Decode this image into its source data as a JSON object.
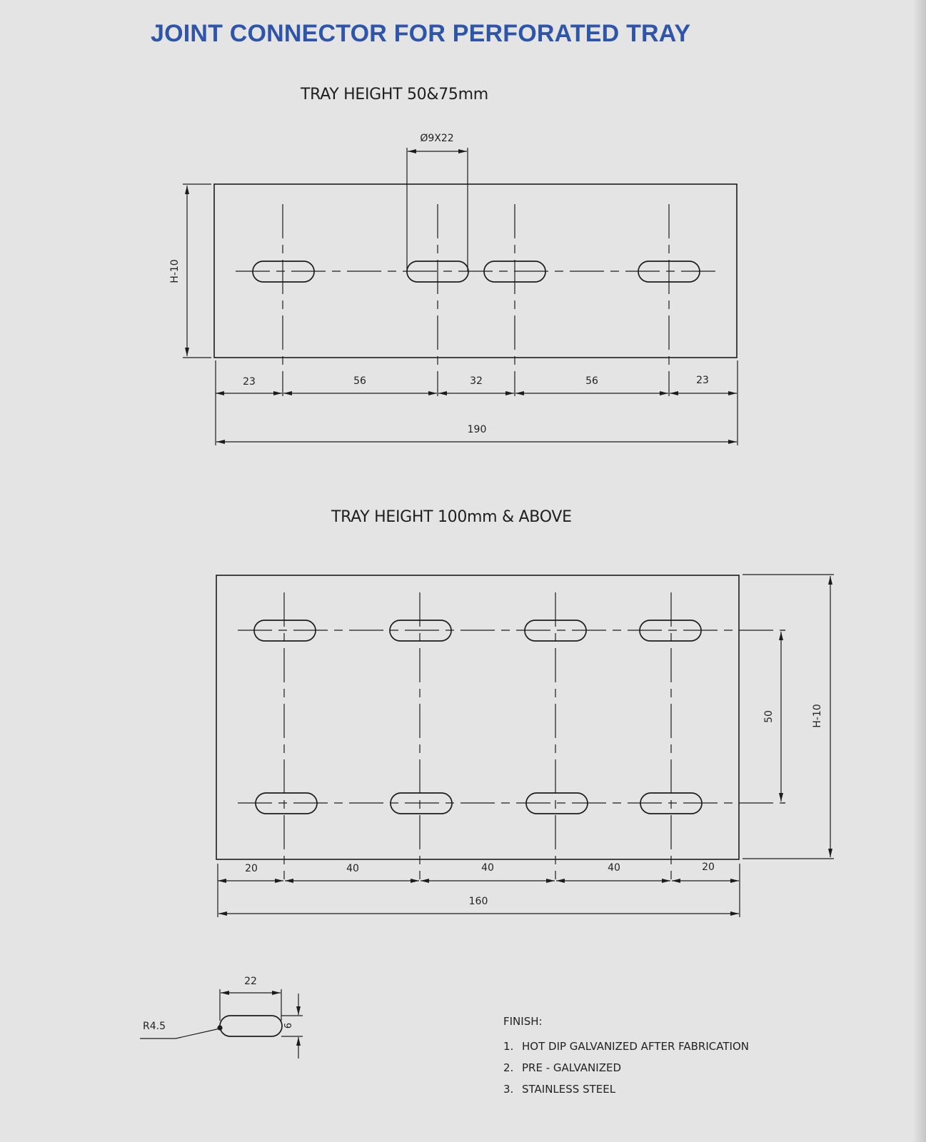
{
  "document": {
    "title": "JOINT CONNECTOR FOR PERFORATED TRAY",
    "title_color": "#2f55a8",
    "background_color": "#e3e4e3"
  },
  "drawing_1": {
    "title": "TRAY HEIGHT 50&75mm",
    "slot_callout": "Ø9X22",
    "height_label": "H-10",
    "hole_count": 4,
    "spacing_labels": [
      "23",
      "56",
      "32",
      "56",
      "23"
    ],
    "overall_length": "190"
  },
  "drawing_2": {
    "title": "TRAY HEIGHT 100mm & ABOVE",
    "hole_rows": 2,
    "holes_per_row": 4,
    "row_spacing_label": "50",
    "height_label": "H-10",
    "spacing_labels": [
      "20",
      "40",
      "40",
      "40",
      "20"
    ],
    "overall_length": "160"
  },
  "slot_detail": {
    "length_label": "22",
    "width_label": "9",
    "radius_label": "R4.5"
  },
  "finish": {
    "heading": "FINISH:",
    "items": [
      {
        "num": "1.",
        "label": "HOT DIP GALVANIZED AFTER FABRICATION"
      },
      {
        "num": "2.",
        "label": "PRE - GALVANIZED"
      },
      {
        "num": "3.",
        "label": "STAINLESS STEEL"
      }
    ]
  }
}
